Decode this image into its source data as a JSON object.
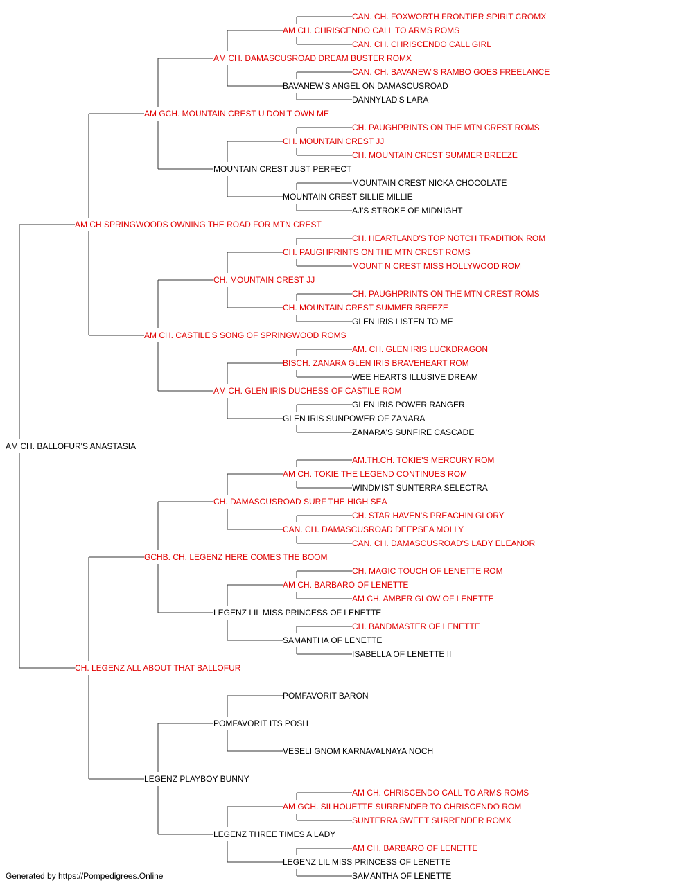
{
  "colors": {
    "highlight": "#e00000",
    "normal": "#000000",
    "line": "#333333"
  },
  "root": {
    "name": "AM CH. BALLOFUR'S ANASTASIA",
    "red": false,
    "sire": {
      "name": "AM CH SPRINGWOODS OWNING THE ROAD FOR MTN CREST",
      "red": true,
      "sire": {
        "name": "AM GCH. MOUNTAIN CREST U DON'T OWN ME",
        "red": true,
        "sire": {
          "name": "AM CH. DAMASCUSROAD DREAM BUSTER ROMX",
          "red": true,
          "sire": {
            "name": "AM CH. CHRISCENDO CALL TO ARMS ROMS",
            "red": true,
            "sire": {
              "name": "CAN. CH. FOXWORTH FRONTIER SPIRIT CROMX",
              "red": true
            },
            "dam": {
              "name": "CAN. CH. CHRISCENDO CALL GIRL",
              "red": true
            }
          },
          "dam": {
            "name": "BAVANEW'S ANGEL ON DAMASCUSROAD",
            "red": false,
            "sire": {
              "name": "CAN. CH. BAVANEW'S RAMBO GOES FREELANCE",
              "red": true
            },
            "dam": {
              "name": "DANNYLAD'S LARA",
              "red": false
            }
          }
        },
        "dam": {
          "name": "MOUNTAIN CREST JUST PERFECT",
          "red": false,
          "sire": {
            "name": "CH. MOUNTAIN CREST JJ",
            "red": true,
            "sire": {
              "name": "CH. PAUGHPRINTS ON THE MTN CREST ROMS",
              "red": true
            },
            "dam": {
              "name": "CH. MOUNTAIN CREST SUMMER BREEZE",
              "red": true
            }
          },
          "dam": {
            "name": "MOUNTAIN CREST SILLIE MILLIE",
            "red": false,
            "sire": {
              "name": "MOUNTAIN CREST NICKA CHOCOLATE",
              "red": false
            },
            "dam": {
              "name": "AJ'S STROKE OF MIDNIGHT",
              "red": false
            }
          }
        }
      },
      "dam": {
        "name": "AM CH. CASTILE'S SONG OF SPRINGWOOD ROMS",
        "red": true,
        "sire": {
          "name": "CH. MOUNTAIN CREST JJ",
          "red": true,
          "sire": {
            "name": "CH. PAUGHPRINTS ON THE MTN CREST ROMS",
            "red": true,
            "sire": {
              "name": "CH. HEARTLAND'S TOP NOTCH TRADITION ROM",
              "red": true
            },
            "dam": {
              "name": "MOUNT N CREST MISS HOLLYWOOD ROM",
              "red": true
            }
          },
          "dam": {
            "name": "CH. MOUNTAIN CREST SUMMER BREEZE",
            "red": true,
            "sire": {
              "name": "CH. PAUGHPRINTS ON THE MTN CREST ROMS",
              "red": true
            },
            "dam": {
              "name": "GLEN IRIS LISTEN TO ME",
              "red": false
            }
          }
        },
        "dam": {
          "name": "AM CH. GLEN IRIS DUCHESS OF CASTILE ROM",
          "red": true,
          "sire": {
            "name": "BISCH. ZANARA GLEN IRIS BRAVEHEART ROM",
            "red": true,
            "sire": {
              "name": "AM. CH. GLEN IRIS LUCKDRAGON",
              "red": true
            },
            "dam": {
              "name": "WEE HEARTS ILLUSIVE DREAM",
              "red": false
            }
          },
          "dam": {
            "name": "GLEN IRIS SUNPOWER OF ZANARA",
            "red": false,
            "sire": {
              "name": "GLEN IRIS POWER RANGER",
              "red": false
            },
            "dam": {
              "name": "ZANARA'S SUNFIRE CASCADE",
              "red": false
            }
          }
        }
      }
    },
    "dam": {
      "name": "CH. LEGENZ ALL ABOUT THAT BALLOFUR",
      "red": true,
      "sire": {
        "name": "GCHB. CH. LEGENZ HERE COMES THE BOOM",
        "red": true,
        "sire": {
          "name": "CH. DAMASCUSROAD SURF THE HIGH SEA",
          "red": true,
          "sire": {
            "name": "AM CH. TOKIE THE LEGEND CONTINUES ROM",
            "red": true,
            "sire": {
              "name": "AM.TH.CH. TOKIE'S MERCURY ROM",
              "red": true
            },
            "dam": {
              "name": "WINDMIST SUNTERRA SELECTRA",
              "red": false
            }
          },
          "dam": {
            "name": "CAN. CH. DAMASCUSROAD DEEPSEA MOLLY",
            "red": true,
            "sire": {
              "name": "CH. STAR HAVEN'S PREACHIN GLORY",
              "red": true
            },
            "dam": {
              "name": "CAN. CH. DAMASCUSROAD'S LADY ELEANOR",
              "red": true
            }
          }
        },
        "dam": {
          "name": "LEGENZ LIL MISS PRINCESS OF LENETTE",
          "red": false,
          "sire": {
            "name": "AM CH. BARBARO OF LENETTE",
            "red": true,
            "sire": {
              "name": "CH. MAGIC TOUCH OF LENETTE ROM",
              "red": true
            },
            "dam": {
              "name": "AM CH. AMBER GLOW OF LENETTE",
              "red": true
            }
          },
          "dam": {
            "name": "SAMANTHA OF LENETTE",
            "red": false,
            "sire": {
              "name": "CH. BANDMASTER OF LENETTE",
              "red": true
            },
            "dam": {
              "name": "ISABELLA OF LENETTE II",
              "red": false
            }
          }
        }
      },
      "dam": {
        "name": "LEGENZ PLAYBOY BUNNY",
        "red": false,
        "sire": {
          "name": "POMFAVORIT ITS POSH",
          "red": false,
          "sire": {
            "name": "POMFAVORIT BARON",
            "red": false
          },
          "dam": {
            "name": "VESELI GNOM KARNAVALNAYA NOCH",
            "red": false
          }
        },
        "dam": {
          "name": "LEGENZ THREE TIMES A LADY",
          "red": false,
          "sire": {
            "name": "AM GCH. SILHOUETTE SURRENDER TO CHRISCENDO ROM",
            "red": true,
            "sire": {
              "name": "AM CH. CHRISCENDO CALL TO ARMS ROMS",
              "red": true
            },
            "dam": {
              "name": "SUNTERRA SWEET SURRENDER ROMX",
              "red": true
            }
          },
          "dam": {
            "name": "LEGENZ LIL MISS PRINCESS OF LENETTE",
            "red": false,
            "sire": {
              "name": "AM CH. BARBARO OF LENETTE",
              "red": true
            },
            "dam": {
              "name": "SAMANTHA OF LENETTE",
              "red": false
            }
          }
        }
      }
    }
  },
  "footer": "Generated by https://Pompedigrees.Online"
}
